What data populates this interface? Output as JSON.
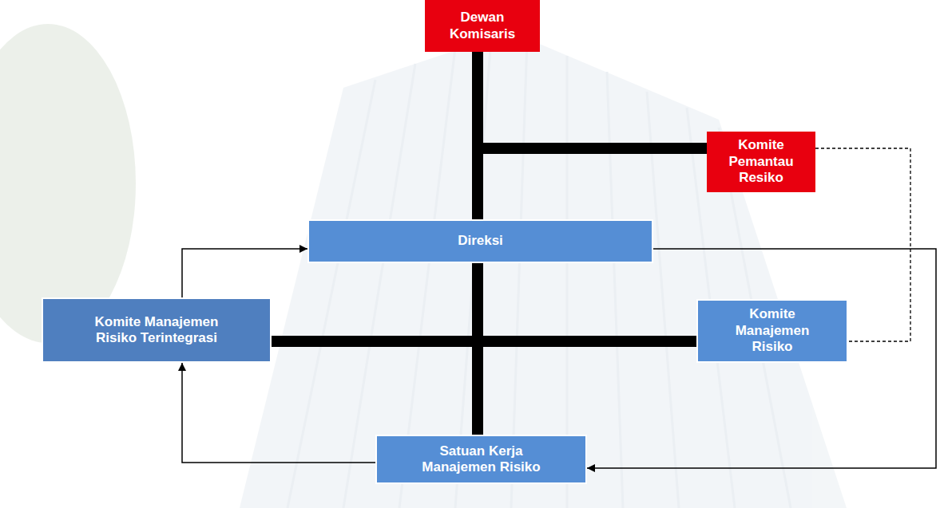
{
  "diagram": {
    "nodes": [
      {
        "text": [
          "Dewan Komisaris"
        ]
      },
      {
        "text": [
          "Komite Pemantau Resiko"
        ]
      },
      {
        "text": [
          "Direksi"
        ]
      },
      {
        "text": [
          "Komite Manajemen Risiko Terintegrasi"
        ]
      },
      {
        "text": [
          "Komite Manajemen Risiko"
        ]
      },
      {
        "text": [
          "Satuan Kerja Manajemen Risiko"
        ]
      }
    ],
    "edges": [
      {
        "from": 0,
        "to": 2,
        "arrow": "none"
      },
      {
        "from": 0,
        "to": 1,
        "arrow": "none"
      },
      {
        "from": 1,
        "to": 4,
        "arrow": "none"
      },
      {
        "from": 2,
        "to": 5,
        "arrow": "none"
      },
      {
        "from": 2,
        "to": 3,
        "arrow": "none"
      },
      {
        "from": 2,
        "to": 4,
        "arrow": "none"
      },
      {
        "from": 3,
        "to": 2,
        "arrow": "to"
      },
      {
        "from": 5,
        "to": 3,
        "arrow": "to"
      },
      {
        "from": 2,
        "to": 5,
        "arrow": "to"
      }
    ]
  }
}
